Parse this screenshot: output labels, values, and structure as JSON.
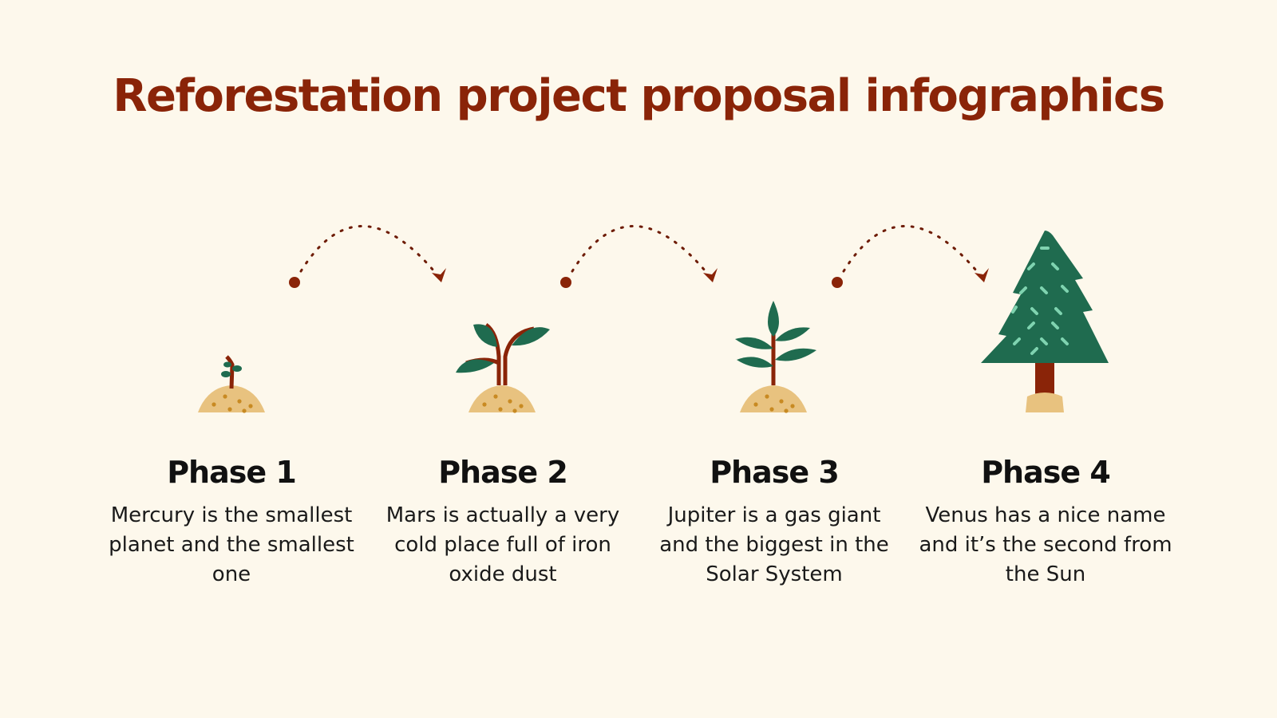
{
  "title": "Reforestation project proposal infographics",
  "colors": {
    "background": "#fdf8ec",
    "title": "#8a2408",
    "leaf": "#1f6b4f",
    "trunk": "#8a2408",
    "soil": "#e8c27f",
    "soil_dot": "#c88a22",
    "tree_dash": "#7fd3b0"
  },
  "phases": [
    {
      "heading": "Phase 1",
      "text": "Mercury is the smallest planet and the smallest one",
      "icon": "sprout-icon"
    },
    {
      "heading": "Phase 2",
      "text": "Mars is actually a very cold place full of iron oxide dust",
      "icon": "seedling-icon"
    },
    {
      "heading": "Phase 3",
      "text": "Jupiter is a gas giant and the biggest in the Solar System",
      "icon": "young-plant-icon"
    },
    {
      "heading": "Phase 4",
      "text": "Venus has a nice name and it’s the second from the Sun",
      "icon": "pine-tree-icon"
    }
  ]
}
